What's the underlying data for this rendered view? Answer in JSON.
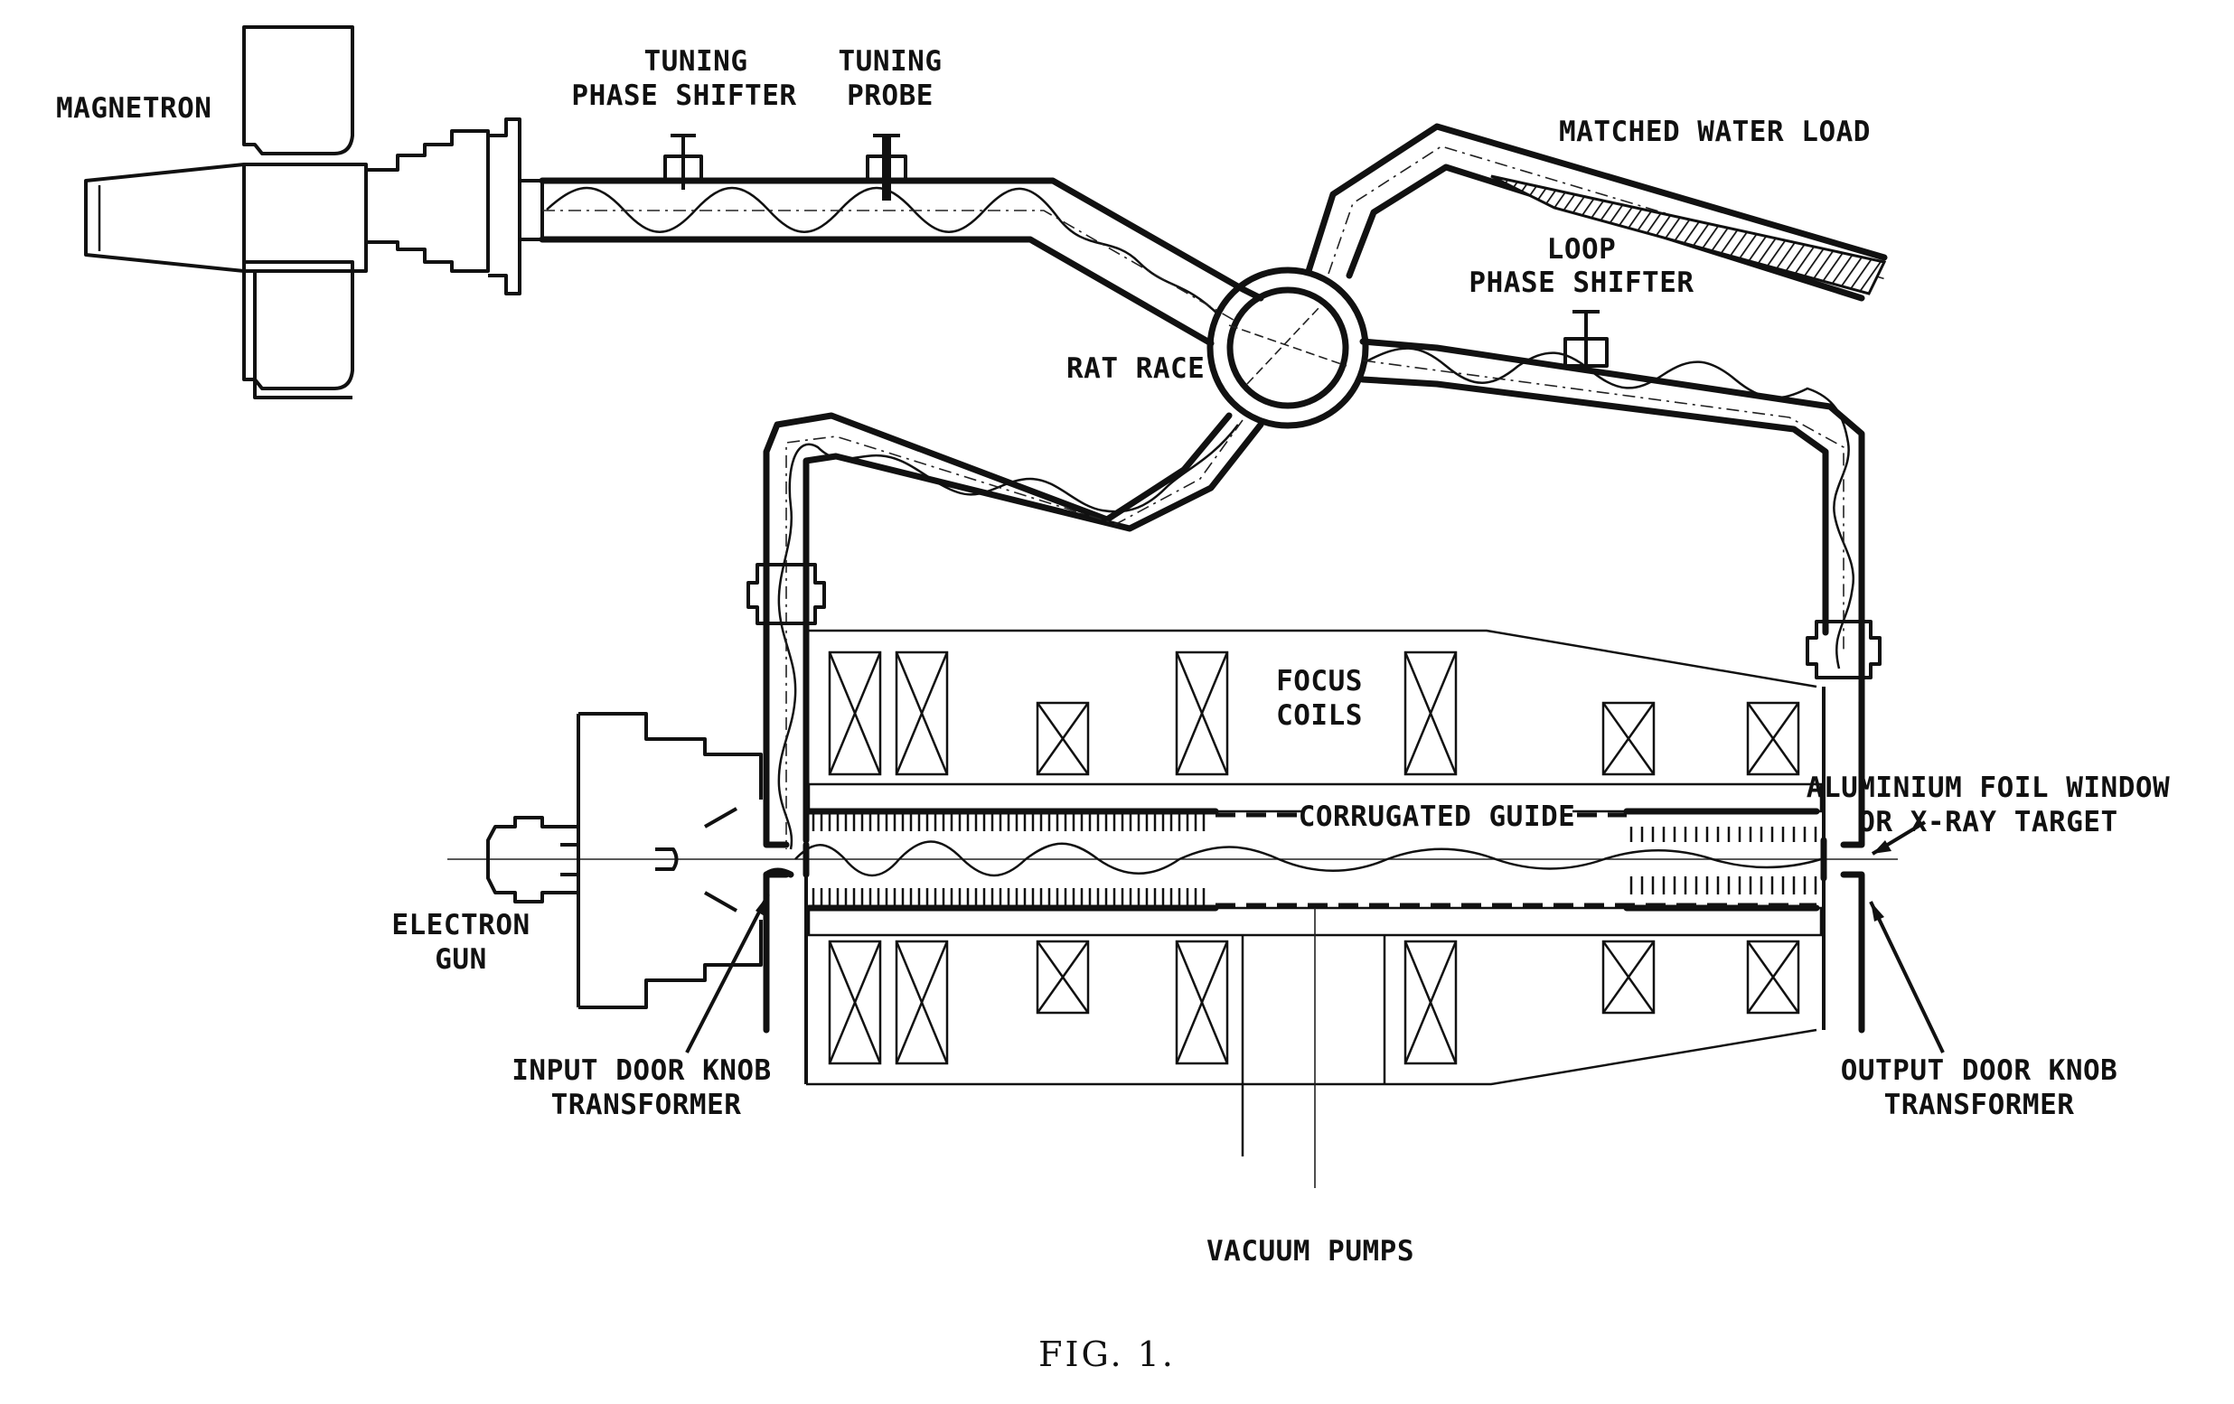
{
  "labels": {
    "magnetron": "MAGNETRON",
    "tuning_phase_shifter_1": "TUNING",
    "tuning_phase_shifter_2": "PHASE SHIFTER",
    "tuning_probe_1": "TUNING",
    "tuning_probe_2": "PROBE",
    "matched_water_load": "MATCHED WATER LOAD",
    "loop_phase_shifter_1": "LOOP",
    "loop_phase_shifter_2": "PHASE SHIFTER",
    "rat_race": "RAT RACE",
    "focus_coils_1": "FOCUS",
    "focus_coils_2": "COILS",
    "corrugated_guide": "CORRUGATED GUIDE",
    "aluminium_foil_1": "ALUMINIUM FOIL WINDOW",
    "aluminium_foil_2": "OR X-RAY TARGET",
    "electron_gun_1": "ELECTRON",
    "electron_gun_2": "GUN",
    "input_door_knob_1": "INPUT DOOR KNOB",
    "input_door_knob_2": "TRANSFORMER",
    "output_door_knob_1": "OUTPUT DOOR KNOB",
    "output_door_knob_2": "TRANSFORMER",
    "vacuum_pumps": "VACUUM PUMPS"
  },
  "caption": "FIG. 1."
}
